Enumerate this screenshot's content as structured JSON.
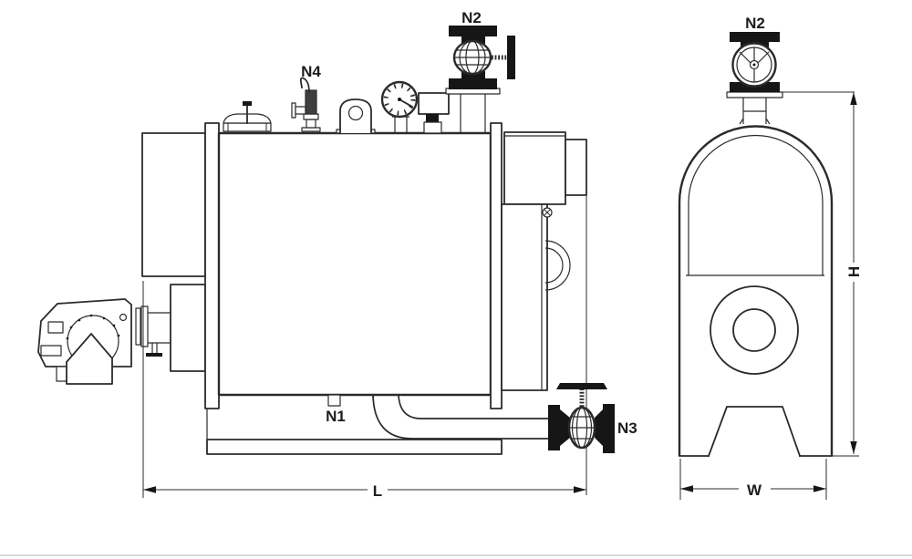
{
  "colors": {
    "line": "#2b2b2b",
    "solid": "#161616",
    "background": "#ffffff",
    "bottom_rule": "#d9d9d9"
  },
  "labels": {
    "side_n2": "N2",
    "side_n4": "N4",
    "side_n1": "N1",
    "side_n3": "N3",
    "side_length": "L",
    "front_n2": "N2",
    "front_width": "W",
    "front_height": "H"
  }
}
